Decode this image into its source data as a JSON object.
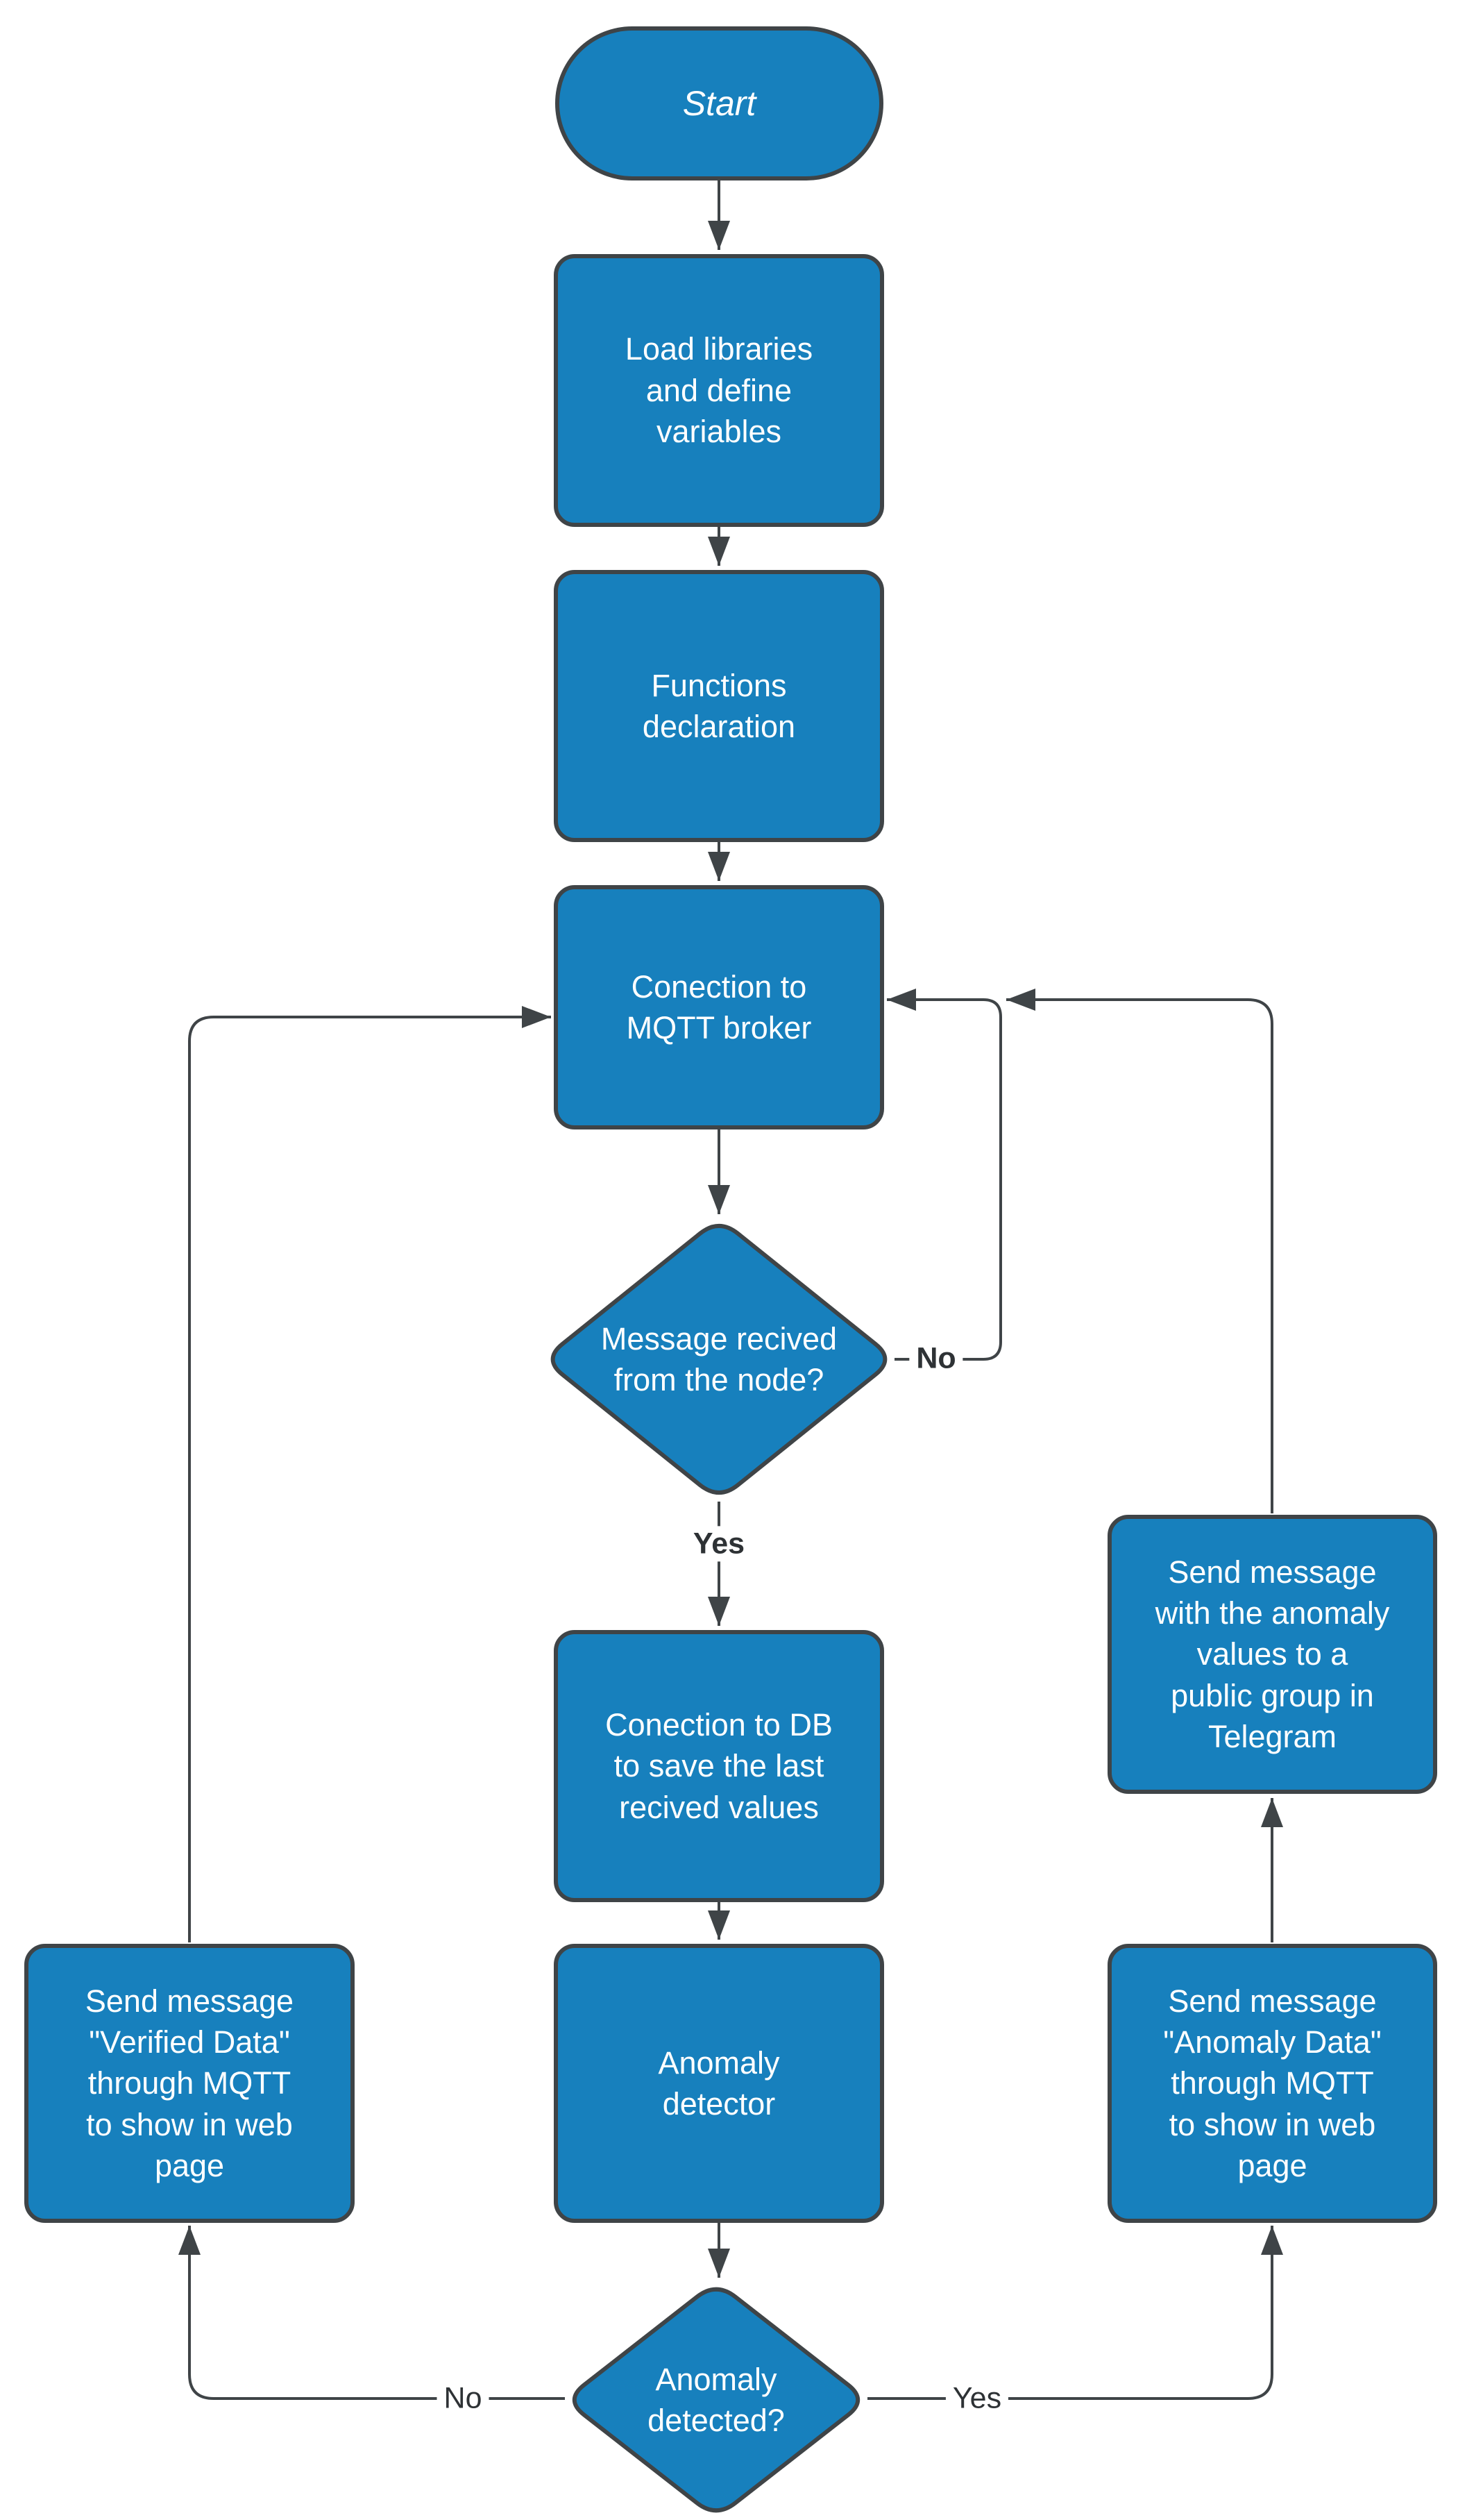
{
  "diagram": {
    "type": "flowchart",
    "colors": {
      "node_fill": "#1780BD",
      "node_stroke": "#3F4447",
      "edge_stroke": "#3F4447",
      "node_text": "#FFFFFF",
      "edge_label_text": "#2E3235",
      "background": "#FFFFFF"
    },
    "nodes": {
      "start": {
        "label": "Start",
        "shape": "terminator"
      },
      "load_libraries": {
        "label": "Load libraries\nand define\nvariables",
        "shape": "process"
      },
      "functions_declaration": {
        "label": "Functions\ndeclaration",
        "shape": "process"
      },
      "mqtt_connection": {
        "label": "Conection to\nMQTT broker",
        "shape": "process"
      },
      "message_received": {
        "label": "Message recived\nfrom the node?",
        "shape": "decision"
      },
      "db_connection": {
        "label": "Conection to DB\nto save the last\nrecived values",
        "shape": "process"
      },
      "anomaly_detector": {
        "label": "Anomaly\ndetector",
        "shape": "process"
      },
      "anomaly_detected": {
        "label": "Anomaly\ndetected?",
        "shape": "decision"
      },
      "send_verified": {
        "label": "Send message\n\"Verified Data\"\nthrough MQTT\nto show in web\npage",
        "shape": "process"
      },
      "send_anomaly": {
        "label": "Send message\n\"Anomaly Data\"\nthrough MQTT\nto show in web\npage",
        "shape": "process"
      },
      "send_telegram": {
        "label": "Send message\nwith the anomaly\nvalues to a\npublic group in\nTelegram",
        "shape": "process"
      }
    },
    "edge_labels": {
      "message_received_no": "No",
      "message_received_yes": "Yes",
      "anomaly_detected_no": "No",
      "anomaly_detected_yes": "Yes"
    }
  }
}
